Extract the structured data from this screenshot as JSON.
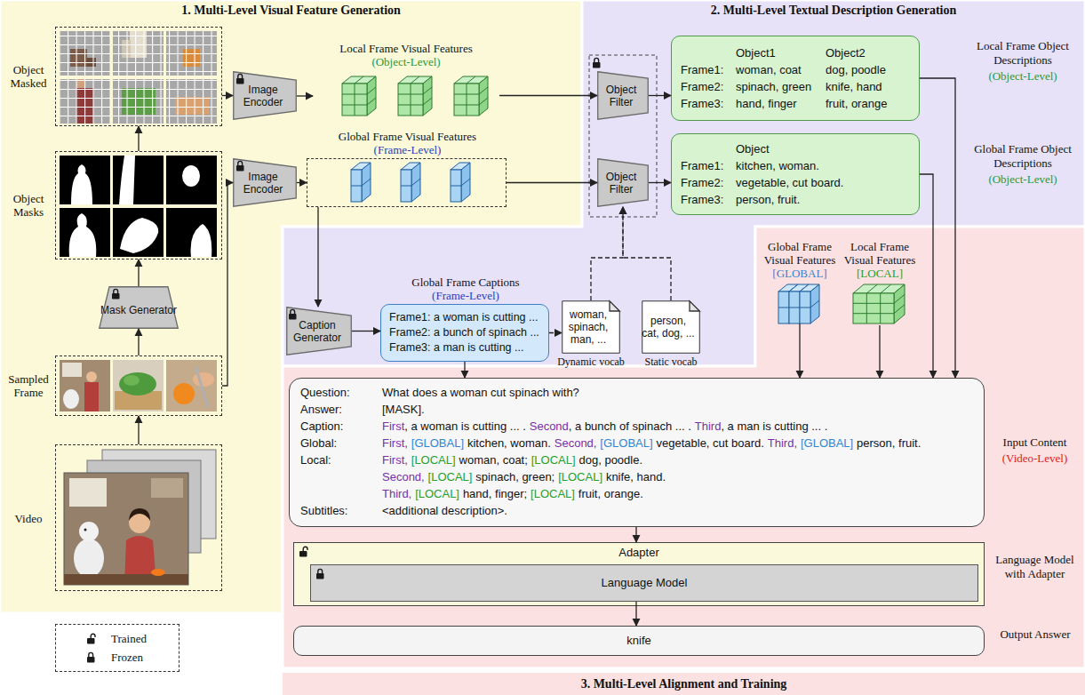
{
  "diagram": {
    "nodes": [
      {
        "text": [
          "Object Masked"
        ]
      },
      {
        "text": [
          "Image Encoder"
        ]
      },
      {
        "text": [
          "Local Frame Visual Features",
          "(Object-Level)"
        ]
      },
      {
        "text": [
          "Object Filter"
        ]
      },
      {
        "text": [
          "Object1",
          "Object2",
          "Frame1:",
          "woman, coat",
          "dog, poodle",
          "Frame2:",
          "spinach, green",
          "knife, hand",
          "Frame3:",
          "hand, finger",
          "fruit, orange"
        ]
      },
      {
        "text": [
          "Object Masks"
        ]
      },
      {
        "text": [
          "Image Encoder"
        ]
      },
      {
        "text": [
          "Global Frame Visual Features",
          "(Frame-Level)"
        ]
      },
      {
        "text": [
          "Object Filter"
        ]
      },
      {
        "text": [
          "Object",
          "Frame1:",
          "kitchen, woman.",
          "Frame2:",
          "vegetable, cut board.",
          "Frame3:",
          "person, fruit."
        ]
      },
      {
        "text": [
          "Mask Generator"
        ]
      },
      {
        "text": [
          "Caption Generator"
        ]
      },
      {
        "text": [
          "Global Frame Captions",
          "(Frame-Level)",
          "Frame1: a woman is cutting ...",
          "Frame2: a bunch of spinach ...",
          "Frame3: a man is cutting ..."
        ]
      },
      {
        "text": [
          "woman, spinach, man, ...",
          "Dynamic vocab"
        ]
      },
      {
        "text": [
          "person, cat, dog, ...",
          "Static vocab"
        ]
      },
      {
        "text": [
          "Sampled Frame"
        ]
      },
      {
        "text": [
          "Global Frame Visual Features",
          "[GLOBAL]"
        ]
      },
      {
        "text": [
          "Local Frame Visual Features",
          "[LOCAL]"
        ]
      },
      {
        "text": [
          "Question:",
          "What does a woman cut spinach with?",
          "Answer:",
          "[MASK].",
          "Caption:",
          "First",
          ", a woman is cutting ... .",
          "Second",
          ", a bunch of spinach ... .",
          "Third",
          ", a man is cutting ... .",
          "Global:",
          "First,",
          "[GLOBAL]",
          "kitchen, woman.",
          "Second,",
          "[GLOBAL]",
          "vegetable, cut board.",
          "Third,",
          "[GLOBAL]",
          "person, fruit.",
          "Local:",
          "First,",
          "[LOCAL]",
          "woman, coat;",
          "[LOCAL]",
          "dog, poodle.",
          "Second,",
          "[LOCAL]",
          "spinach, green;",
          "[LOCAL]",
          "knife, hand.",
          "Third,",
          "[LOCAL]",
          "hand, finger;",
          "[LOCAL]",
          "fruit, orange.",
          "Subtitles:",
          "<additional description>."
        ]
      },
      {
        "text": [
          "Video"
        ]
      },
      {
        "text": [
          "Adapter"
        ]
      },
      {
        "text": [
          "Language Model"
        ],
        "in": 20
      },
      {
        "text": [
          "knife"
        ]
      }
    ],
    "edges": [
      {
        "from": 19,
        "to": 15,
        "arrow": "to"
      },
      {
        "from": 15,
        "to": 10,
        "arrow": "to"
      },
      {
        "from": 10,
        "to": 5,
        "arrow": "to"
      },
      {
        "from": 5,
        "to": 0,
        "arrow": "to"
      },
      {
        "from": 0,
        "to": 1,
        "arrow": "to"
      },
      {
        "from": 15,
        "to": 6,
        "arrow": "to"
      },
      {
        "from": 1,
        "to": 2,
        "arrow": "to"
      },
      {
        "from": 2,
        "to": 3,
        "arrow": "to"
      },
      {
        "from": 3,
        "to": 4,
        "arrow": "to"
      },
      {
        "from": 6,
        "to": 7,
        "arrow": "to"
      },
      {
        "from": 7,
        "to": 8,
        "arrow": "to"
      },
      {
        "from": 8,
        "to": 9,
        "arrow": "to"
      },
      {
        "from": 7,
        "to": 11,
        "arrow": "to"
      },
      {
        "from": 11,
        "to": 12,
        "arrow": "to"
      },
      {
        "from": 12,
        "to": 13,
        "arrow": "to"
      },
      {
        "from": 13,
        "to": 8,
        "arrow": "to"
      },
      {
        "from": 14,
        "to": 8,
        "arrow": "to"
      },
      {
        "from": 12,
        "to": 18,
        "arrow": "to"
      },
      {
        "from": 4,
        "to": 18,
        "arrow": "to"
      },
      {
        "from": 9,
        "to": 18,
        "arrow": "to"
      },
      {
        "from": 16,
        "to": 18,
        "arrow": "to"
      },
      {
        "from": 17,
        "to": 18,
        "arrow": "to"
      },
      {
        "from": 18,
        "to": 20,
        "arrow": "to"
      },
      {
        "from": 21,
        "to": 22,
        "arrow": "to"
      }
    ],
    "labels": [
      "1. Multi-Level Visual Feature Generation",
      "2. Multi-Level Textual Description Generation",
      "3. Multi-Level Alignment and Training",
      "Local Frame Object Descriptions",
      "(Object-Level)",
      "Global Frame Object Descriptions",
      "(Object-Level)",
      "Input Content",
      "(Video-Level)",
      "Language Model with Adapter",
      "Output Answer"
    ],
    "legend": [
      {
        "text": "Trained"
      },
      {
        "text": "Frozen"
      }
    ]
  }
}
